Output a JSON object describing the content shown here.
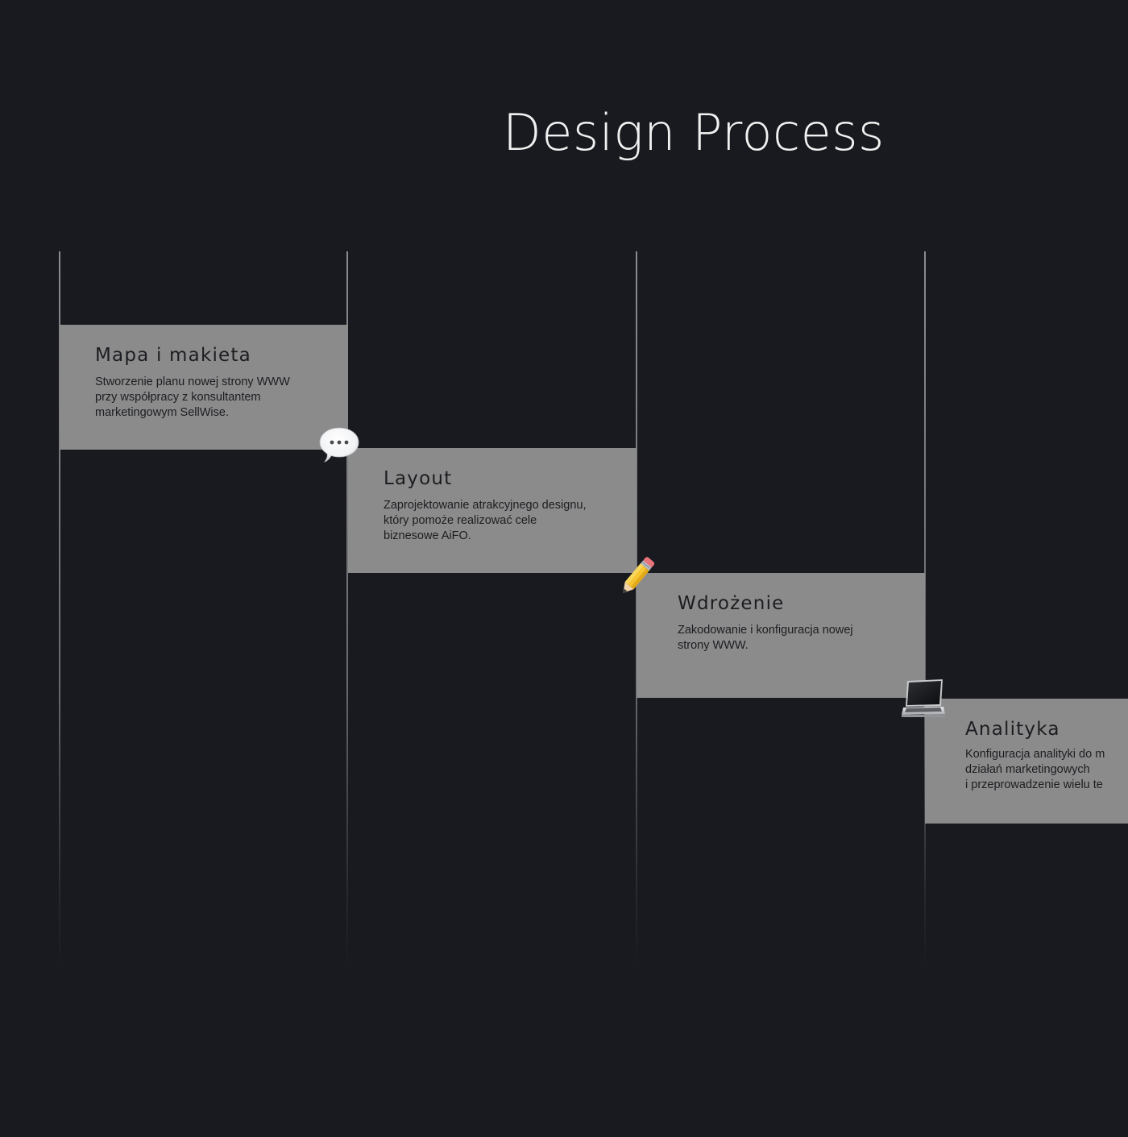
{
  "title": "Design Process",
  "steps": [
    {
      "title": "Mapa i makieta",
      "description": "Stworzenie planu nowej strony WWW\nprzy współpracy z konsultantem\nmarketingowym SellWise.",
      "icon": "speech-bubble-icon"
    },
    {
      "title": "Layout",
      "description": "Zaprojektowanie atrakcyjnego designu,\nktóry pomoże realizować cele\nbiznesowe AiFO.",
      "icon": "pencil-icon"
    },
    {
      "title": "Wdrożenie",
      "description": "Zakodowanie i konfiguracja nowej\nstrony WWW.",
      "icon": "laptop-icon"
    },
    {
      "title": "Analityka",
      "description": "Konfiguracja analityki do m\ndziałań marketingowych\ni przeprowadzenie wielu te",
      "icon": ""
    }
  ],
  "colors": {
    "background": "#181a1f",
    "card": "#8b8b8c",
    "title": "#f1f1f1",
    "card_text": "#1c1d20",
    "line": "#8a8b8e"
  }
}
